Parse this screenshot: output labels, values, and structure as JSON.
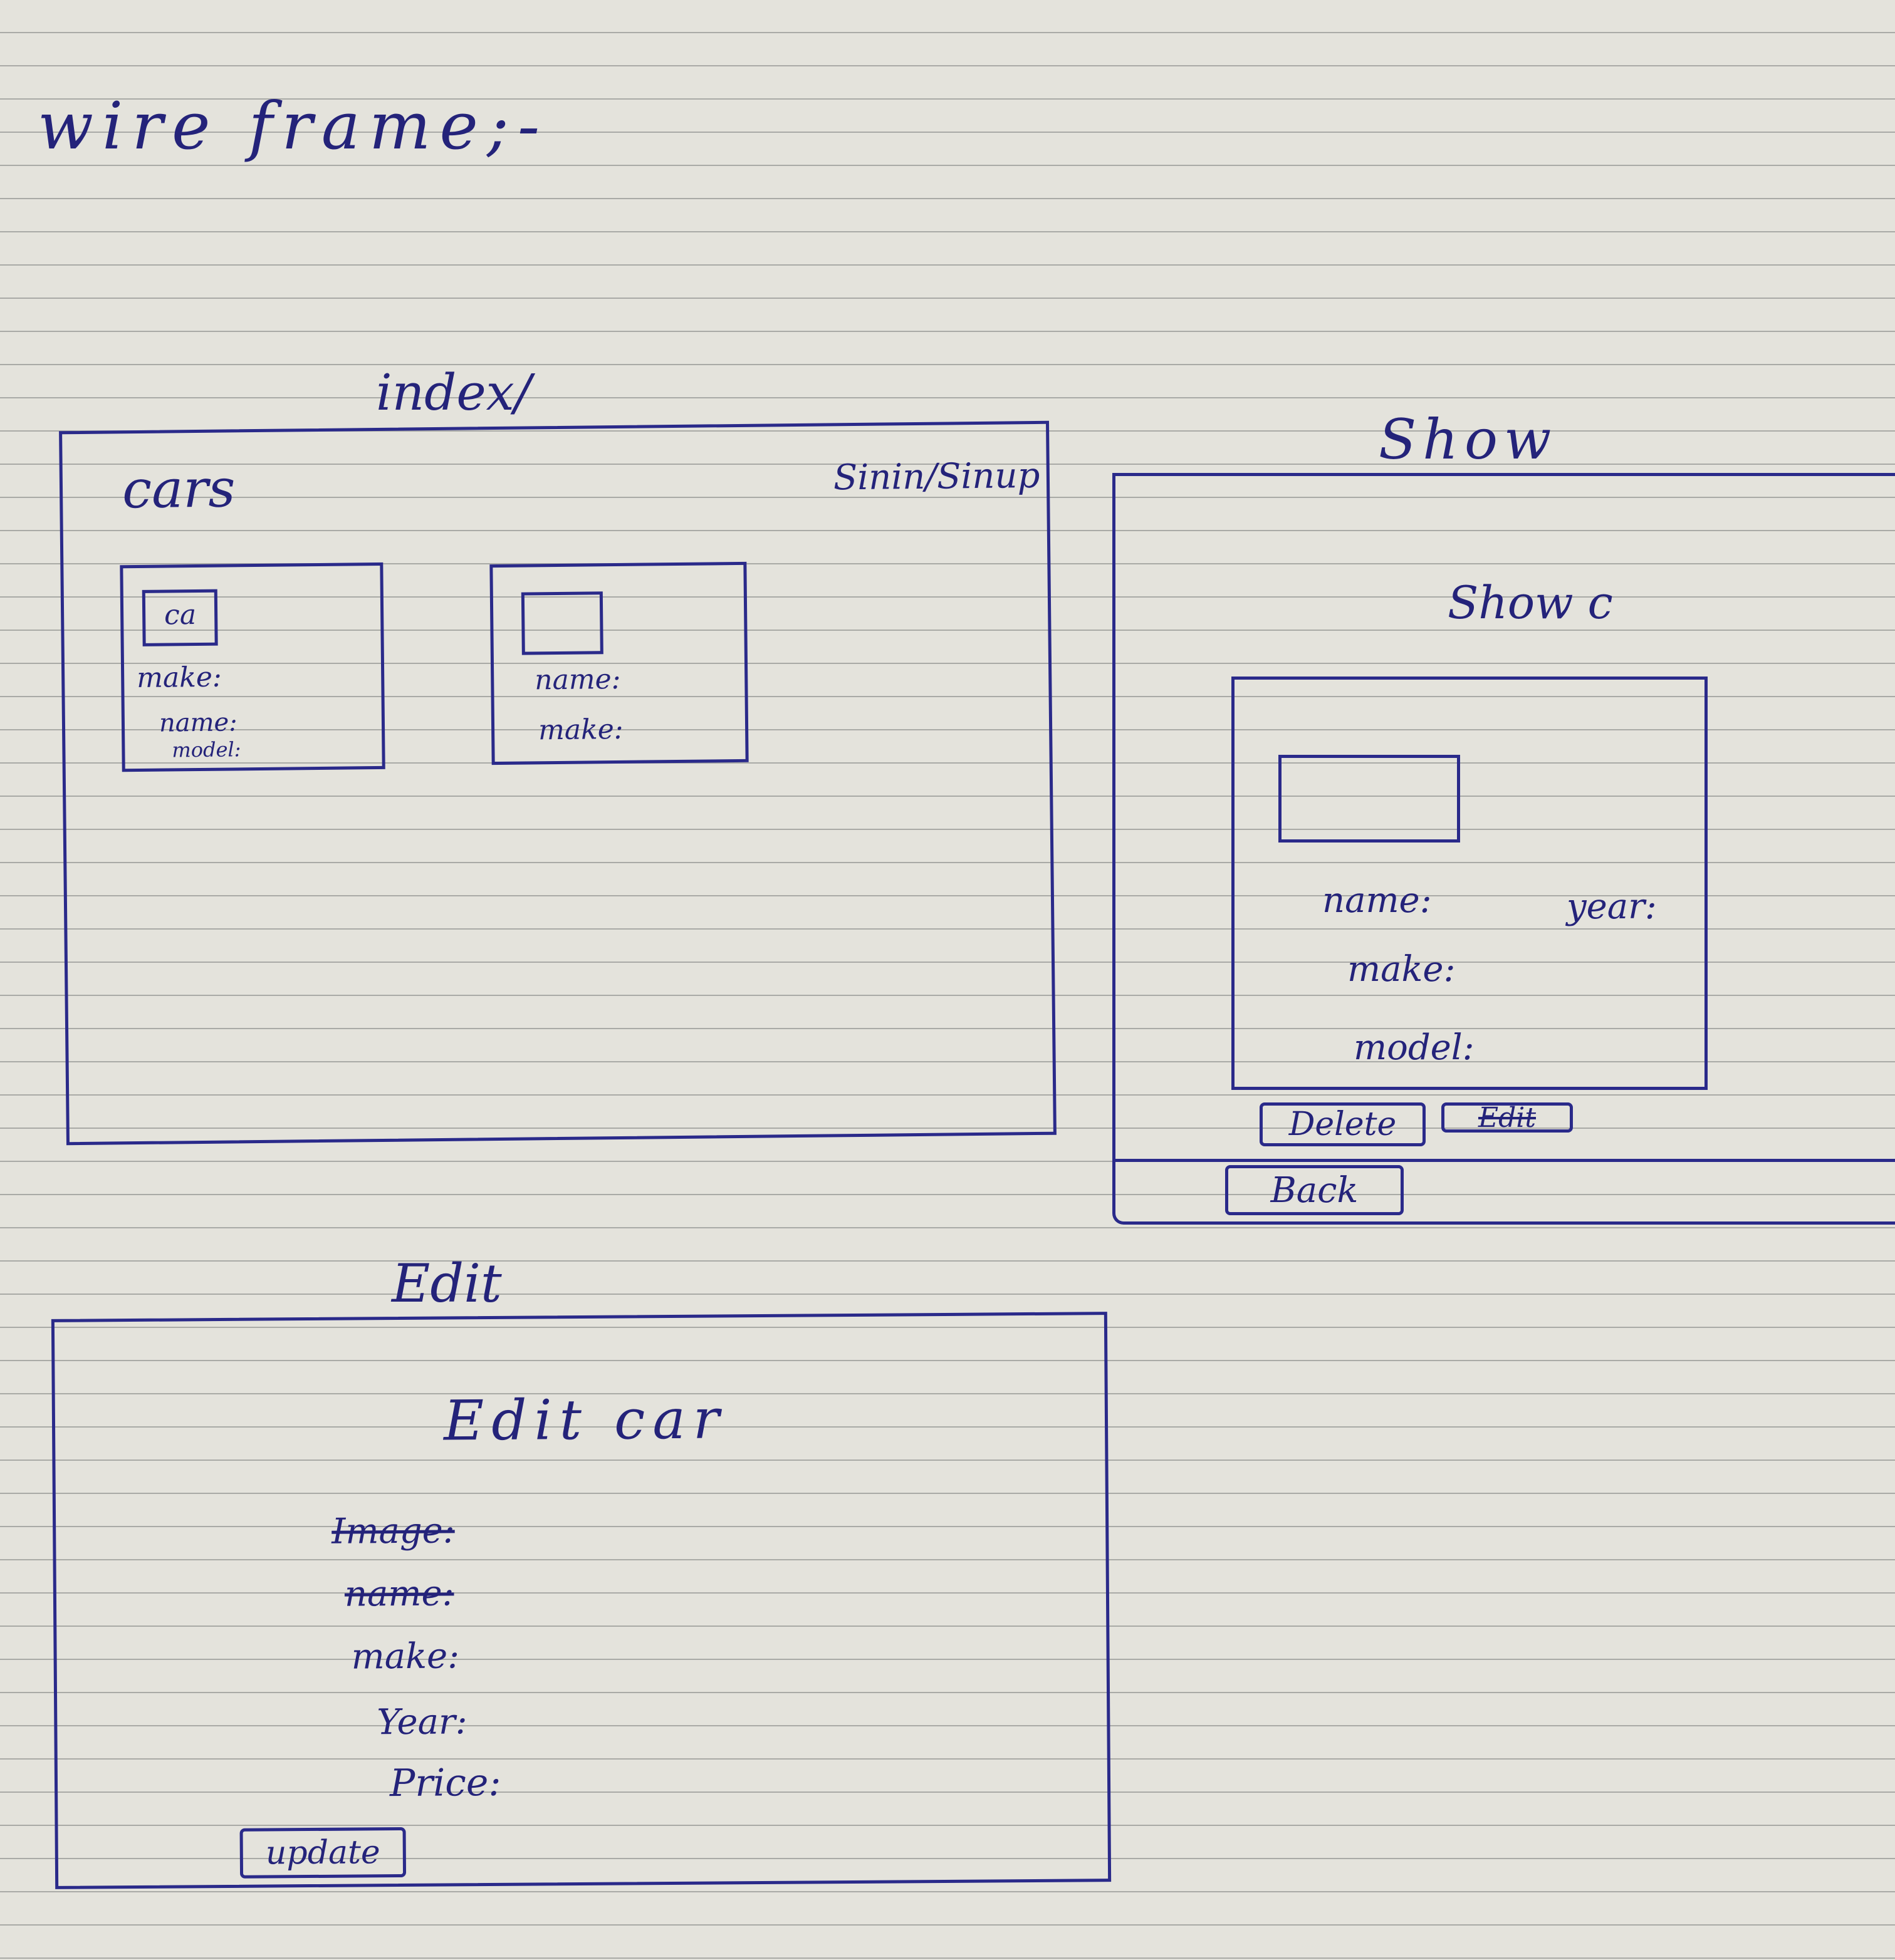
{
  "title": "wire frame;-",
  "index": {
    "label": "index/",
    "header": "cars",
    "auth_link": "Sinin/Sinup",
    "cards": [
      {
        "image_label": "ca",
        "fields": [
          "make:",
          "name:",
          "model:"
        ]
      },
      {
        "image_label": "",
        "fields": [
          "name:",
          "make:"
        ]
      }
    ]
  },
  "show": {
    "label": "Show",
    "heading": "Show c",
    "fields": {
      "name": "name:",
      "year": "year:",
      "make": "make:",
      "model": "model:"
    },
    "delete_button": "Delete",
    "edit_button": "Edit",
    "back_button": "Back"
  },
  "edit": {
    "label": "Edit",
    "heading": "Edit car",
    "fields": [
      "Image:",
      "name:",
      "make:",
      "Year:",
      "Price:"
    ],
    "update_button": "update"
  },
  "colors": {
    "ink": "#24237a",
    "paper": "#e4e3dc",
    "rule_line": "#a9aaa6"
  }
}
